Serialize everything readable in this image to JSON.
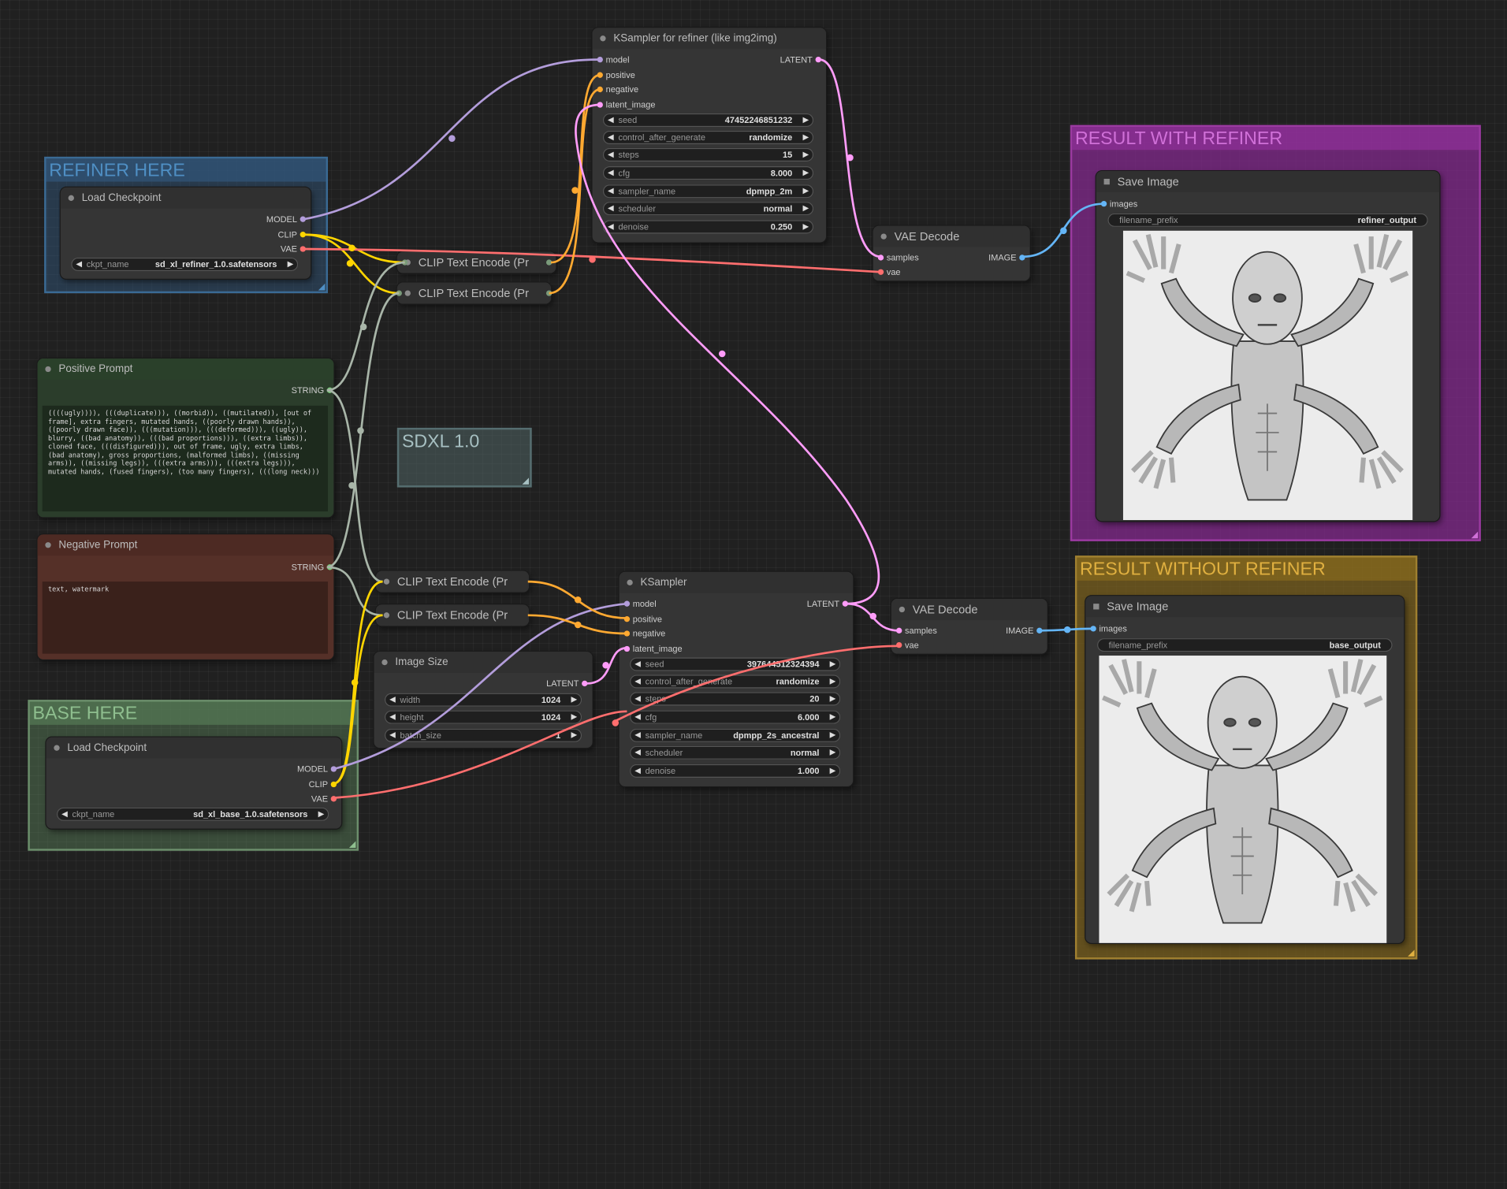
{
  "groups": {
    "refiner": {
      "title": "REFINER HERE",
      "color": "#3a6a94"
    },
    "base": {
      "title": "BASE HERE",
      "color": "#6c8f6c"
    },
    "sdxl": {
      "title": "SDXL 1.0",
      "color": "#566e70"
    },
    "result_refiner": {
      "title": "RESULT WITH REFINER",
      "color": "#9a3aa0"
    },
    "result_base": {
      "title": "RESULT WITHOUT REFINER",
      "color": "#a08030"
    }
  },
  "nodes": {
    "ksampler_refiner": {
      "title": "KSampler for refiner (like img2img)",
      "inputs": [
        "model",
        "positive",
        "negative",
        "latent_image"
      ],
      "output": "LATENT",
      "widgets": [
        {
          "label": "seed",
          "value": "47452246851232"
        },
        {
          "label": "control_after_generate",
          "value": "randomize"
        },
        {
          "label": "steps",
          "value": "15"
        },
        {
          "label": "cfg",
          "value": "8.000"
        },
        {
          "label": "sampler_name",
          "value": "dpmpp_2m"
        },
        {
          "label": "scheduler",
          "value": "normal"
        },
        {
          "label": "denoise",
          "value": "0.250"
        }
      ]
    },
    "load_ckpt_refiner": {
      "title": "Load Checkpoint",
      "outputs": [
        "MODEL",
        "CLIP",
        "VAE"
      ],
      "widget": {
        "label": "ckpt_name",
        "value": "sd_xl_refiner_1.0.safetensors"
      }
    },
    "clip_ref_pos": {
      "title": "CLIP Text Encode (Pr"
    },
    "clip_ref_neg": {
      "title": "CLIP Text Encode (Pr"
    },
    "vae_decode_refiner": {
      "title": "VAE Decode",
      "inputs": [
        "samples",
        "vae"
      ],
      "output": "IMAGE"
    },
    "save_refiner": {
      "title": "Save Image",
      "input": "images",
      "widget": {
        "label": "filename_prefix",
        "value": "refiner_output"
      }
    },
    "positive_prompt": {
      "title": "Positive Prompt",
      "output": "STRING",
      "text": "((((ugly)))), (((duplicate))), ((morbid)), ((mutilated)), [out of frame], extra fingers, mutated hands, ((poorly drawn hands)), ((poorly drawn face)), (((mutation))), (((deformed))), ((ugly)), blurry, ((bad anatomy)), (((bad proportions))), ((extra limbs)), cloned face, (((disfigured))), out of frame, ugly, extra limbs, (bad anatomy), gross proportions, (malformed limbs), ((missing arms)), ((missing legs)), (((extra arms))), (((extra legs))), mutated hands, (fused fingers), (too many fingers), (((long neck)))"
    },
    "negative_prompt": {
      "title": "Negative Prompt",
      "output": "STRING",
      "text": "text, watermark"
    },
    "clip_base_pos": {
      "title": "CLIP Text Encode (Pr"
    },
    "clip_base_neg": {
      "title": "CLIP Text Encode (Pr"
    },
    "ksampler_base": {
      "title": "KSampler",
      "inputs": [
        "model",
        "positive",
        "negative",
        "latent_image"
      ],
      "output": "LATENT",
      "widgets": [
        {
          "label": "seed",
          "value": "397644512324394"
        },
        {
          "label": "control_after_generate",
          "value": "randomize"
        },
        {
          "label": "steps",
          "value": "20"
        },
        {
          "label": "cfg",
          "value": "6.000"
        },
        {
          "label": "sampler_name",
          "value": "dpmpp_2s_ancestral"
        },
        {
          "label": "scheduler",
          "value": "normal"
        },
        {
          "label": "denoise",
          "value": "1.000"
        }
      ]
    },
    "image_size": {
      "title": "Image Size",
      "output": "LATENT",
      "widgets": [
        {
          "label": "width",
          "value": "1024"
        },
        {
          "label": "height",
          "value": "1024"
        },
        {
          "label": "batch_size",
          "value": "1"
        }
      ]
    },
    "load_ckpt_base": {
      "title": "Load Checkpoint",
      "outputs": [
        "MODEL",
        "CLIP",
        "VAE"
      ],
      "widget": {
        "label": "ckpt_name",
        "value": "sd_xl_base_1.0.safetensors"
      }
    },
    "vae_decode_base": {
      "title": "VAE Decode",
      "inputs": [
        "samples",
        "vae"
      ],
      "output": "IMAGE"
    },
    "save_base": {
      "title": "Save Image",
      "input": "images",
      "widget": {
        "label": "filename_prefix",
        "value": "base_output"
      }
    }
  },
  "colors": {
    "model": "#b39ddb",
    "clip": "#ffd500",
    "vae": "#ff6e6e",
    "conditioning": "#ffa931",
    "latent": "#ff9cf9",
    "image": "#64b5f6",
    "string": "#7fc77f"
  },
  "icons": {
    "node_dot": "circle-bullet",
    "arrow_left": "left-triangle",
    "arrow_right": "right-triangle"
  }
}
